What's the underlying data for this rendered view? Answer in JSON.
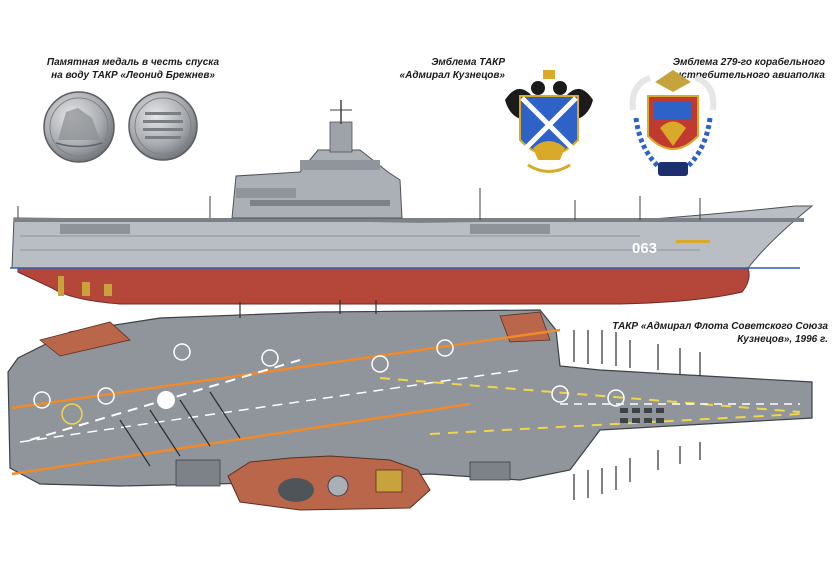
{
  "captions": {
    "medal_line1": "Памятная медаль в честь спуска",
    "medal_line2": "на воду ТАКР «Леонид Брежнев»",
    "emblem1_line1": "Эмблема ТАКР",
    "emblem1_line2": "«Адмирал Кузнецов»",
    "emblem2_line1": "Эмблема 279-го корабельного",
    "emblem2_line2": "истребительного авиаполка",
    "ship_line1": "ТАКР «Адмирал Флота Советского Союза",
    "ship_line2": "Кузнецов», 1996 г."
  },
  "hull_number": "063",
  "colors": {
    "hull_grey": "#b9bec4",
    "underwater_red": "#b4473a",
    "deck_grey": "#8f959b",
    "island_rust": "#b9664a",
    "deck_marking_orange": "#f08a2a",
    "deck_marking_yellow": "#f2d54a",
    "waterline_blue": "#2b5fb0"
  }
}
